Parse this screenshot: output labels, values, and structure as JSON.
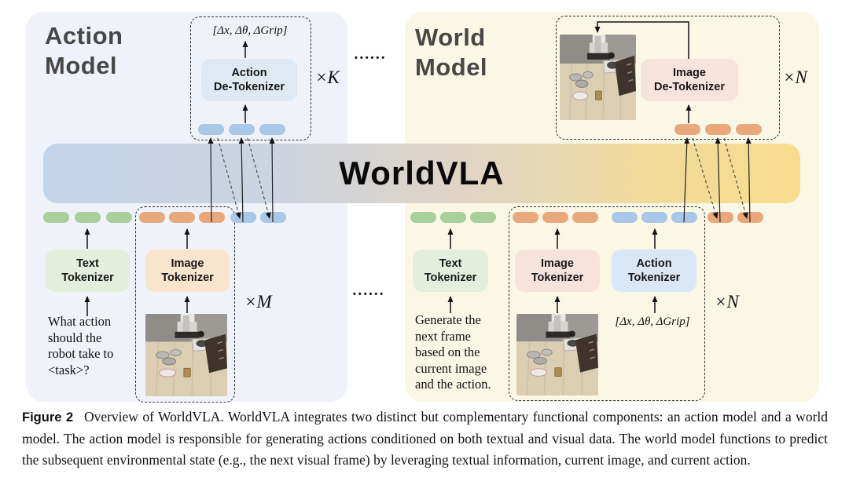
{
  "figure": {
    "worldvla_label": "WorldVLA",
    "dots": "••••••",
    "action_model": {
      "title_line1": "Action",
      "title_line2": "Model",
      "output_label": "[Δx, Δθ, ΔGrip]",
      "detokenizer_line1": "Action",
      "detokenizer_line2": "De-Tokenizer",
      "repeat_k": "×K",
      "repeat_m": "×M",
      "text_tokenizer_line1": "Text",
      "text_tokenizer_line2": "Tokenizer",
      "image_tokenizer_line1": "Image",
      "image_tokenizer_line2": "Tokenizer",
      "prompt_lines": [
        "What action",
        "should the",
        "robot take to",
        "<task>?"
      ]
    },
    "world_model": {
      "title_line1": "World",
      "title_line2": "Model",
      "detokenizer_line1": "Image",
      "detokenizer_line2": "De-Tokenizer",
      "repeat_n_top": "×N",
      "repeat_n_bottom": "×N",
      "text_tokenizer_line1": "Text",
      "text_tokenizer_line2": "Tokenizer",
      "image_tokenizer_line1": "Image",
      "image_tokenizer_line2": "Tokenizer",
      "action_tokenizer_line1": "Action",
      "action_tokenizer_line2": "Tokenizer",
      "action_input_label": "[Δx, Δθ, ΔGrip]",
      "prompt_lines": [
        "Generate the",
        "next frame",
        "based on the",
        "current image",
        "and the action."
      ]
    },
    "caption": {
      "label": "Figure 2",
      "text": "Overview of WorldVLA. WorldVLA integrates two distinct but complementary functional components: an action model and a world model. The action model is responsible for generating actions conditioned on both textual and visual data. The world model functions to predict the subsequent environmental state (e.g., the next visual frame) by leveraging textual information, current image, and current action."
    },
    "colors": {
      "panel_left_bg": "#eff2f9",
      "panel_right_bg": "#fbf7e5",
      "bar_gradient_left": "#c3d5eb",
      "bar_gradient_right": "#f6dd8e",
      "token_green": "#a9cf9b",
      "token_orange": "#e8a87c",
      "token_blue": "#a9c7e6",
      "box_action_detokenizer": "#ddeaf5",
      "box_text_tokenizer": "#e4efdb",
      "box_image_tokenizer": "#f9e4cd",
      "box_image_detokenizer": "#f8e3da",
      "box_action_tokenizer": "#d9e7f6",
      "title_color": "#474747"
    }
  }
}
